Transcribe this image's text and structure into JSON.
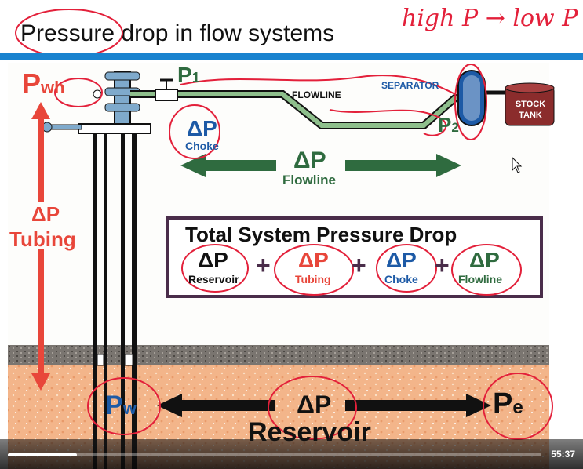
{
  "slide": {
    "title": "Pressure drop in flow systems",
    "handwritten_note": "high P → low P"
  },
  "diagram": {
    "p_wh": {
      "p": "P",
      "sub": "wh"
    },
    "p1": {
      "p": "P",
      "sub": "1"
    },
    "p2": {
      "p": "P",
      "sub": "2"
    },
    "flowline_label": "FLOWLINE",
    "separator_label": "SEPARATOR",
    "stock_tank_label": "STOCK TANK",
    "dp": "ΔP",
    "choke": "Choke",
    "flowline": "Flowline",
    "tubing": "Tubing",
    "reservoir": "Reservoir",
    "pw": {
      "p": "P",
      "sub": "w"
    },
    "pe": {
      "p": "P",
      "sub": "e"
    }
  },
  "equation": {
    "title": "Total  System Pressure  Drop",
    "terms": [
      {
        "top": "ΔP",
        "bottom": "Reservoir",
        "color": "#111111"
      },
      {
        "top": "ΔP",
        "bottom": "Tubing",
        "color": "#e8463a"
      },
      {
        "top": "ΔP",
        "bottom": "Choke",
        "color": "#1d5aa6"
      },
      {
        "top": "ΔP",
        "bottom": "Flowline",
        "color": "#2f6b3f"
      }
    ],
    "plus": "+"
  },
  "colors": {
    "accent_blue": "#1a83cf",
    "annotation_red": "#e3203a",
    "tubing_red": "#e8463a",
    "flowline_green": "#2f6b3f",
    "choke_blue": "#1d5aa6",
    "frame_purple": "#4a2d4a"
  },
  "video": {
    "time": "55:37",
    "played_fraction": 0.13
  }
}
